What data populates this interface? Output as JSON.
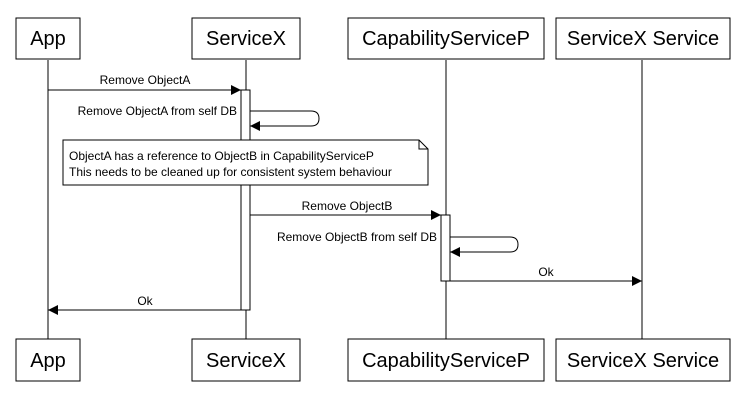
{
  "participants": [
    {
      "id": "app",
      "label": "App"
    },
    {
      "id": "servicex",
      "label": "ServiceX"
    },
    {
      "id": "capp",
      "label": "CapabilityServiceP"
    },
    {
      "id": "svcx_service",
      "label": "ServiceX Service"
    }
  ],
  "messages": [
    {
      "id": "m1",
      "from": "app",
      "to": "servicex",
      "label": "Remove ObjectA"
    },
    {
      "id": "m2",
      "from": "servicex",
      "to": "servicex",
      "label": "Remove ObjectA  from self  DB"
    },
    {
      "id": "m3",
      "from": "servicex",
      "to": "capp",
      "label": "Remove ObjectB"
    },
    {
      "id": "m4",
      "from": "capp",
      "to": "capp",
      "label": "Remove ObjectB from self  DB"
    },
    {
      "id": "m5",
      "from": "capp",
      "to": "svcx_service",
      "label": "Ok"
    },
    {
      "id": "m6",
      "from": "servicex",
      "to": "app",
      "label": "Ok"
    }
  ],
  "note": {
    "lines": [
      "ObjectA has a reference to ObjectB in CapabilityServiceP",
      "This needs to be cleaned up for consistent system behaviour"
    ]
  }
}
